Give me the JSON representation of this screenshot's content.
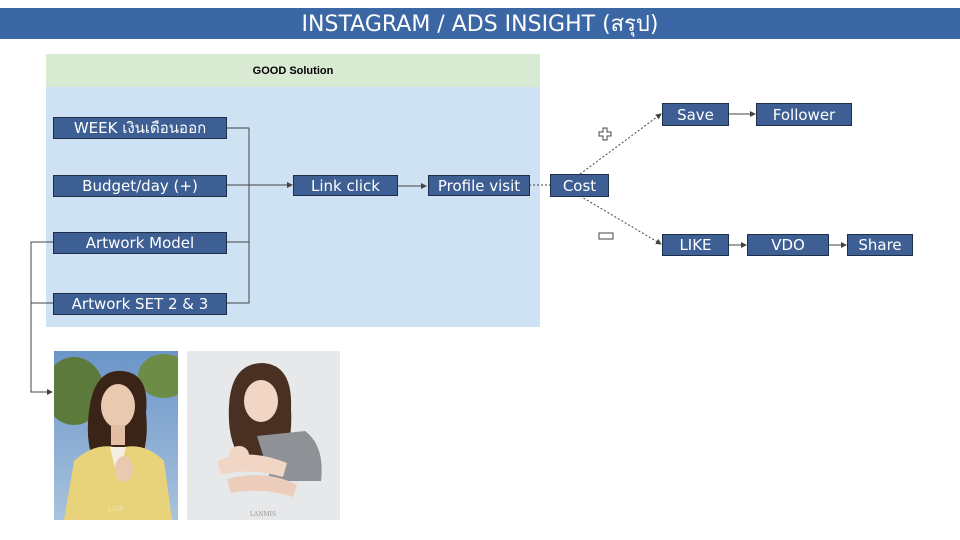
{
  "title": "INSTAGRAM / ADS INSIGHT (สรุป)",
  "header_band": "GOOD Solution",
  "inputs": [
    {
      "label": "WEEK เงินเดือนออก"
    },
    {
      "label": "Budget/day (+)"
    },
    {
      "label": "Artwork Model"
    },
    {
      "label": "Artwork SET 2 & 3"
    }
  ],
  "flow": {
    "link_click": "Link click",
    "profile_visit": "Profile visit",
    "cost": "Cost"
  },
  "positive_path": {
    "symbol": "plus-icon",
    "save": "Save",
    "follower": "Follower"
  },
  "negative_path": {
    "symbol": "minus-icon",
    "like": "LIKE",
    "vdo": "VDO",
    "share": "Share"
  },
  "photos": [
    {
      "watermark": "LINE",
      "subject": "model-photo-yellow-blazer"
    },
    {
      "watermark": "LANMIS",
      "subject": "model-photo-grey-top"
    }
  ],
  "colors": {
    "title_bar": "#3b67a4",
    "box_fill": "#3d5f94",
    "green_band": "#d9ead3",
    "blue_area": "#cfe2f3"
  }
}
